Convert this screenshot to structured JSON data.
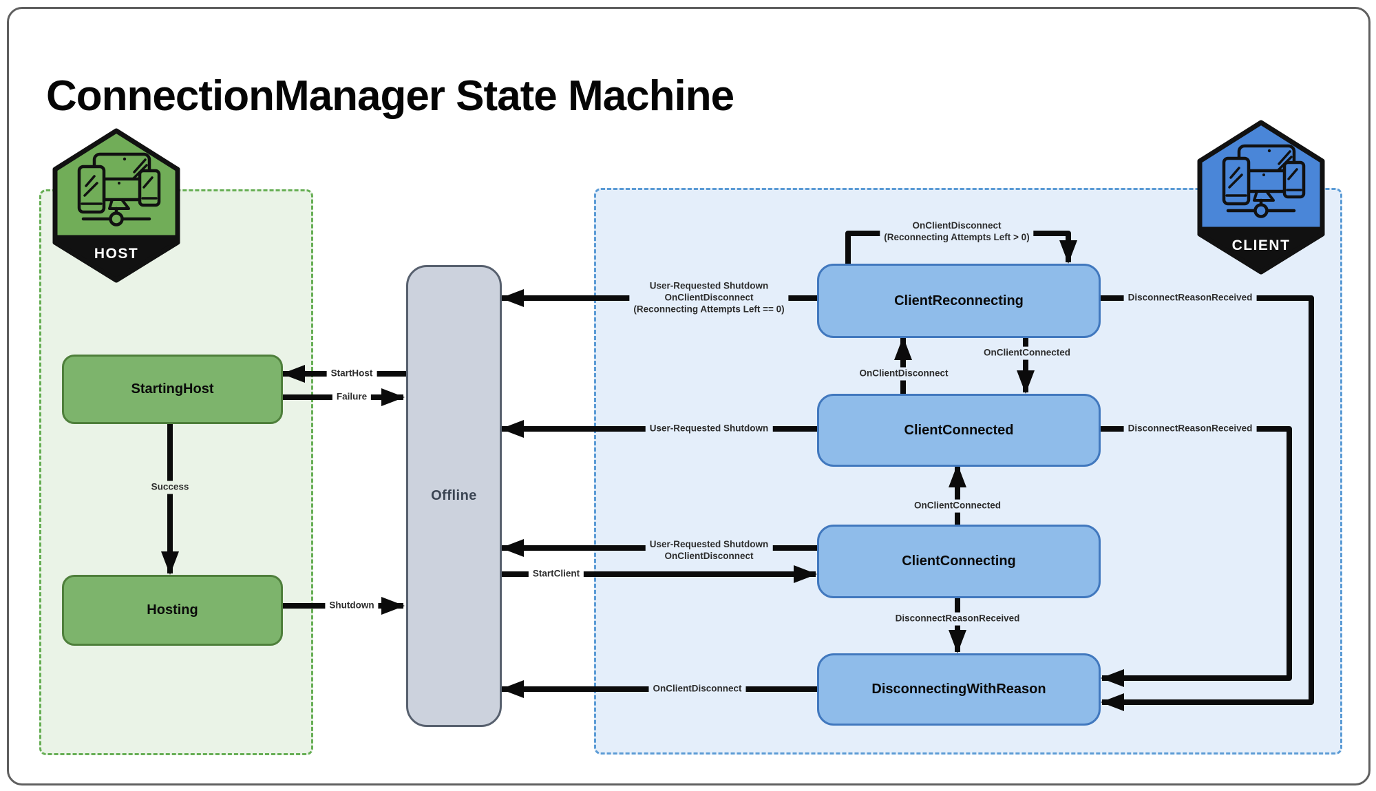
{
  "title": "ConnectionManager State Machine",
  "badges": {
    "host": "HOST",
    "client": "CLIENT"
  },
  "states": {
    "offline": "Offline",
    "starting_host": "StartingHost",
    "hosting": "Hosting",
    "client_reconnecting": "ClientReconnecting",
    "client_connected": "ClientConnected",
    "client_connecting": "ClientConnecting",
    "disconnecting_with_reason": "DisconnectingWithReason"
  },
  "edges": {
    "start_host": {
      "label": "StartHost"
    },
    "failure": {
      "label": "Failure"
    },
    "success": {
      "label": "Success"
    },
    "shutdown": {
      "label": "Shutdown"
    },
    "start_client": {
      "label": "StartClient"
    },
    "reconnect_self_loop": {
      "line1": "OnClientDisconnect",
      "line2": "(Reconnecting Attempts Left > 0)"
    },
    "reconnecting_to_offline": {
      "line1": "User-Requested Shutdown",
      "line2": "OnClientDisconnect",
      "line3": "(Reconnecting Attempts Left == 0)"
    },
    "reconnecting_disconnect_reason": {
      "label": "DisconnectReasonReceived"
    },
    "connected_to_reconnecting": {
      "label": "OnClientDisconnect"
    },
    "reconnecting_to_connected": {
      "label": "OnClientConnected"
    },
    "connected_to_offline": {
      "label": "User-Requested Shutdown"
    },
    "connected_disconnect_reason": {
      "label": "DisconnectReasonReceived"
    },
    "connecting_to_connected": {
      "label": "OnClientConnected"
    },
    "connecting_to_offline": {
      "line1": "User-Requested Shutdown",
      "line2": "OnClientDisconnect"
    },
    "connecting_to_disconnecting": {
      "label": "DisconnectReasonReceived"
    },
    "disconnecting_to_offline": {
      "label": "OnClientDisconnect"
    }
  },
  "colors": {
    "host_hexagon": "#71ad58",
    "host_region_fill": "#eaf3e7",
    "host_region_border": "#66ae54",
    "host_state_fill": "#7db46c",
    "host_state_border": "#4e7f3b",
    "client_hexagon": "#4a86d8",
    "client_region_fill": "#e4eefa",
    "client_region_border": "#5b9bd5",
    "client_state_fill": "#8fbcea",
    "client_state_border": "#4178be",
    "offline_fill": "#ccd2dd",
    "offline_border": "#57606e",
    "arrow": "#0b0b0b"
  }
}
